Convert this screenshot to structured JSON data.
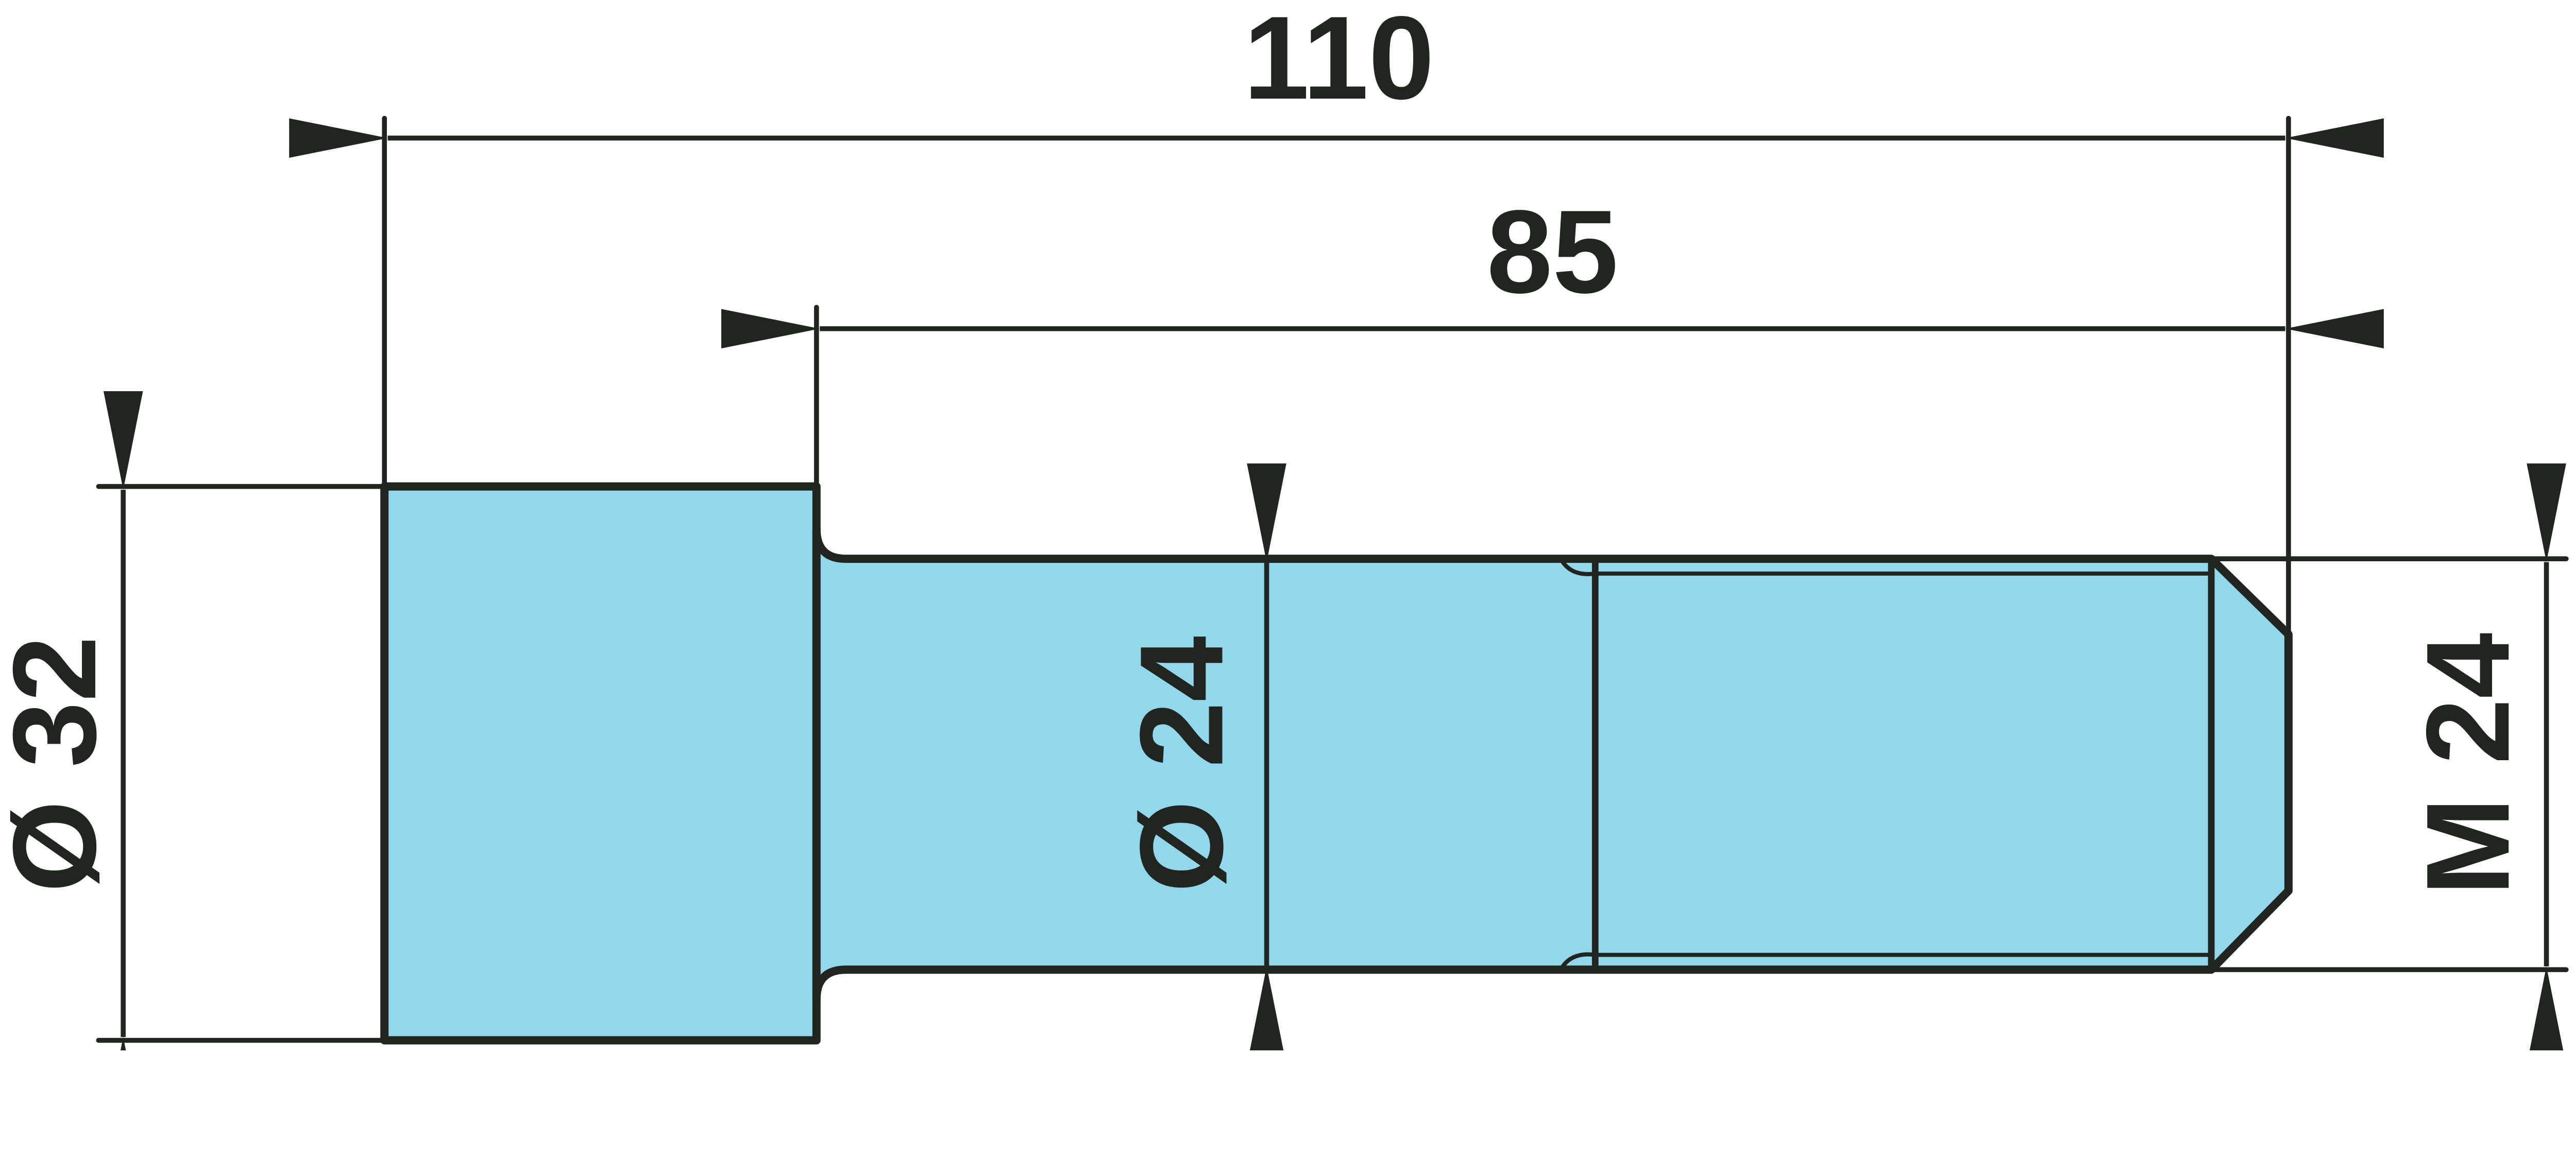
{
  "colors": {
    "fill": "#93d7ed",
    "stroke": "#20251f",
    "background": "#ffffff"
  },
  "dimensions": {
    "overall_length": "110",
    "shank_length": "85",
    "head_diameter": "Ø 32",
    "shank_diameter": "Ø 24",
    "thread": "M 24"
  }
}
